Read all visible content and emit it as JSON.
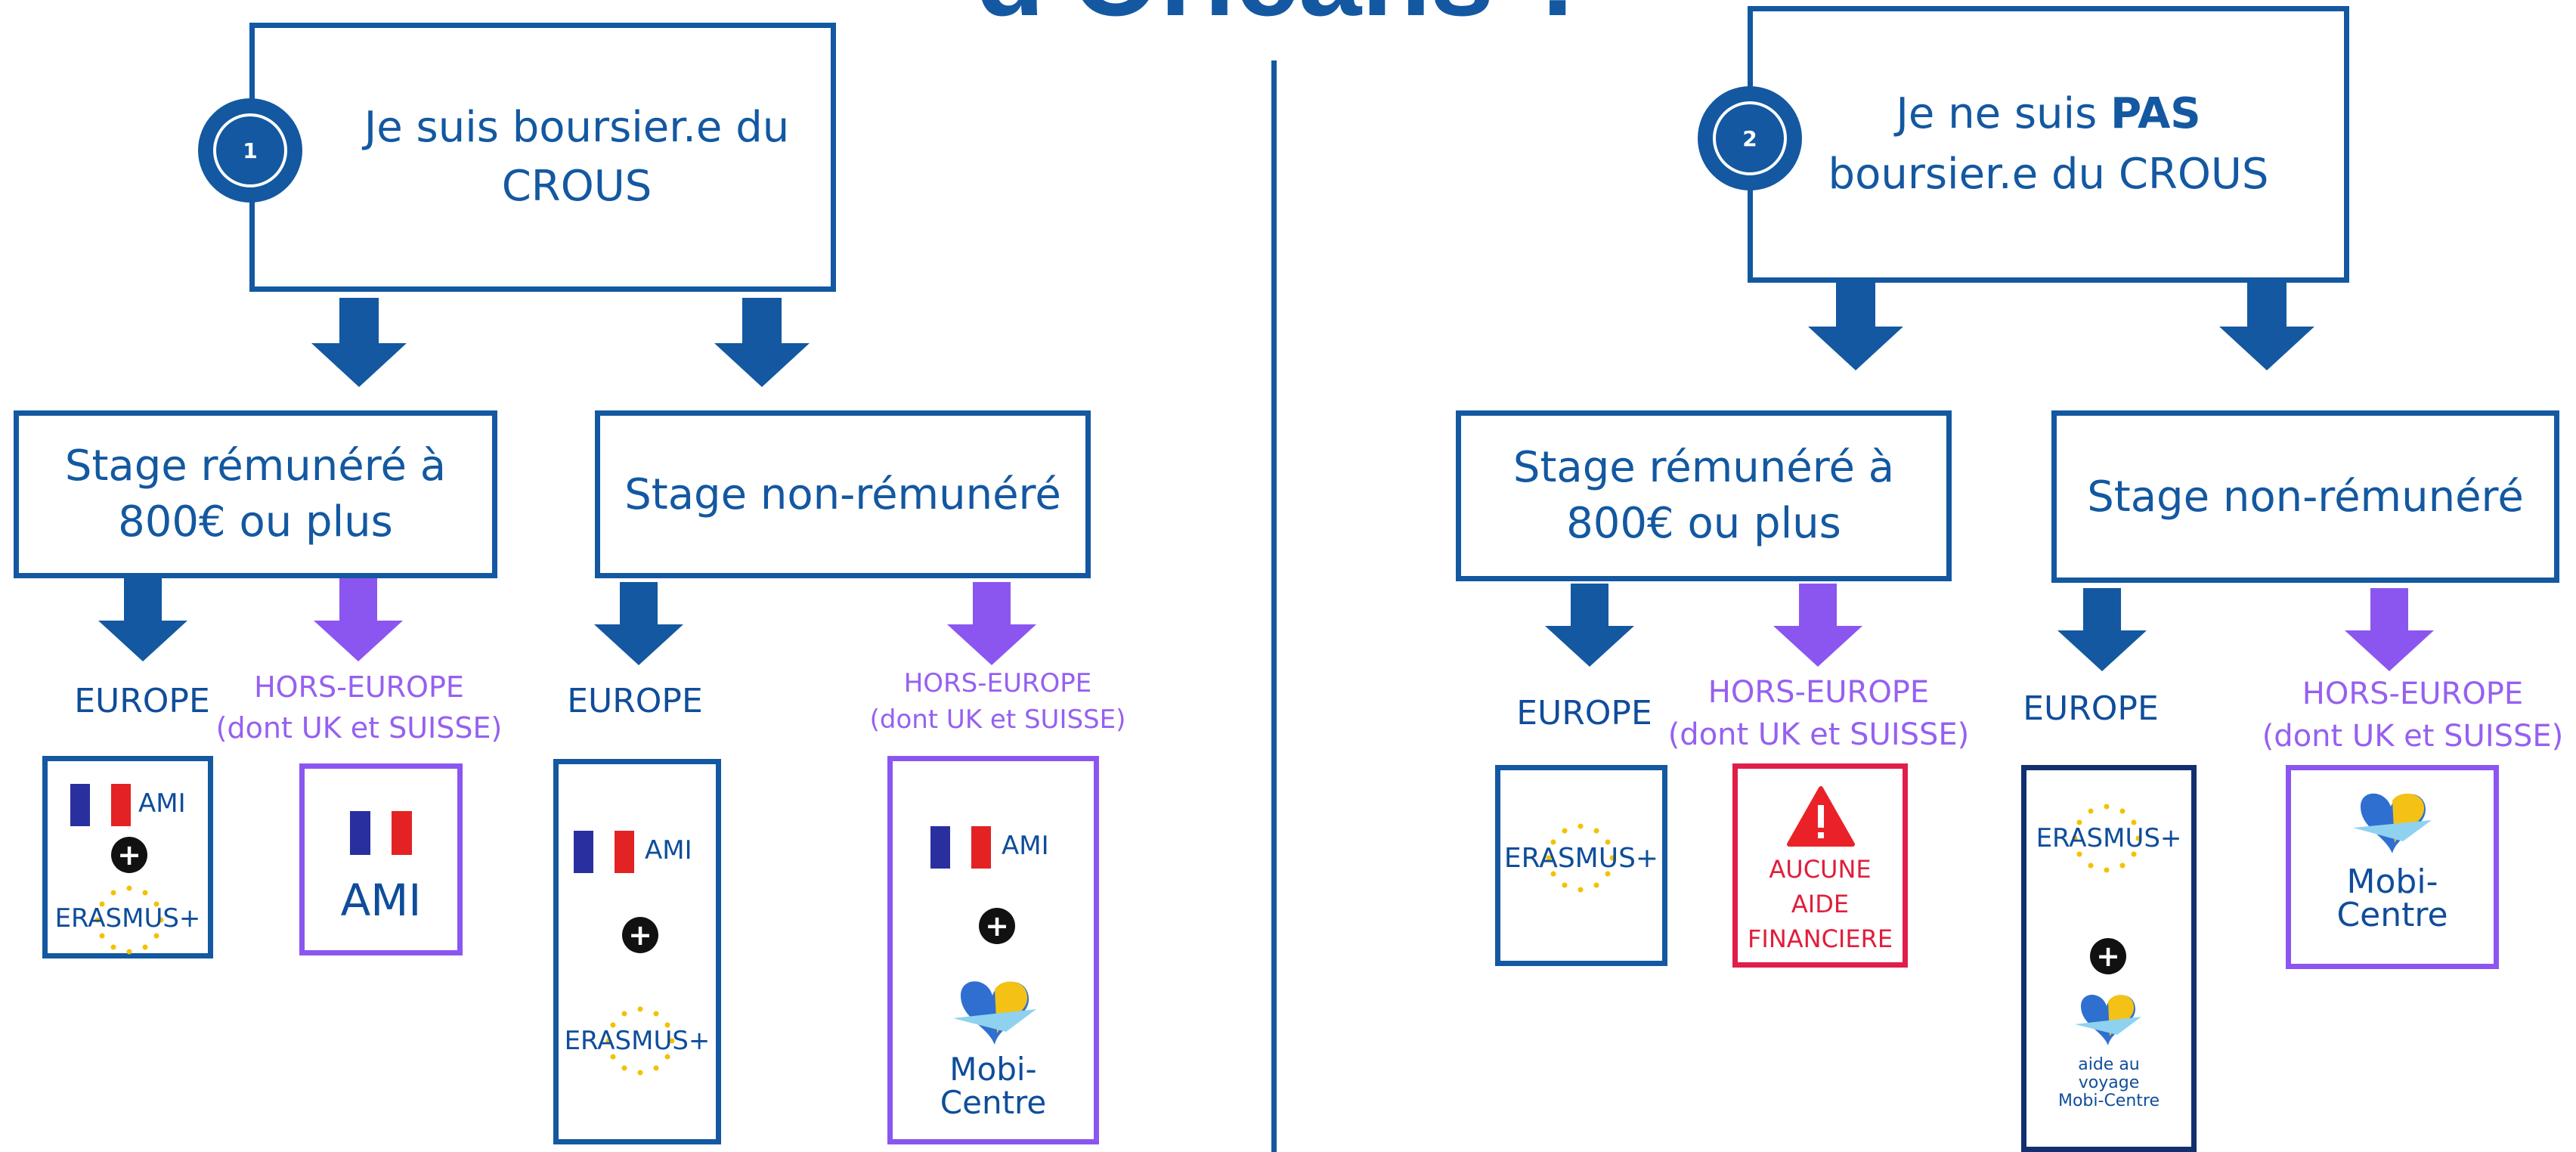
{
  "title": "d'Orléans ?",
  "left": {
    "badge": "1",
    "question": [
      "Je suis boursier.e du",
      "CROUS"
    ],
    "paid": [
      "Stage rémunéré à",
      "800€ ou plus"
    ],
    "unpaid": "Stage non-rémunéré",
    "paid_europe": "EUROPE",
    "paid_hors": [
      "HORS-EUROPE",
      "(dont UK et SUISSE)"
    ],
    "unpaid_europe": "EUROPE",
    "unpaid_hors": [
      "HORS-EUROPE",
      "(dont UK et SUISSE)"
    ],
    "ami": "AMI",
    "erasmus": "ERASMUS+",
    "mobi": [
      "Mobi-",
      "Centre"
    ]
  },
  "right": {
    "badge": "2",
    "question_pre": "Je ne suis ",
    "question_bold": "PAS",
    "question_line2": "boursier.e du CROUS",
    "paid": [
      "Stage rémunéré à",
      "800€ ou plus"
    ],
    "unpaid": "Stage non-rémunéré",
    "paid_europe": "EUROPE",
    "paid_hors": [
      "HORS-EUROPE",
      "(dont UK et SUISSE)"
    ],
    "unpaid_europe": "EUROPE",
    "unpaid_hors": [
      "HORS-EUROPE",
      "(dont UK et SUISSE)"
    ],
    "erasmus": "ERASMUS+",
    "no_aid": [
      "AUCUNE",
      "AIDE",
      "FINANCIERE"
    ],
    "mobi": [
      "Mobi-",
      "Centre"
    ],
    "travel_aid": [
      "aide au",
      "voyage",
      "Mobi-Centre"
    ]
  },
  "colors": {
    "blue": "#1358a1",
    "purple": "#8b56f0",
    "red": "#e01e4a",
    "flag_blue": "#2a2fa0",
    "flag_red": "#e32224"
  }
}
